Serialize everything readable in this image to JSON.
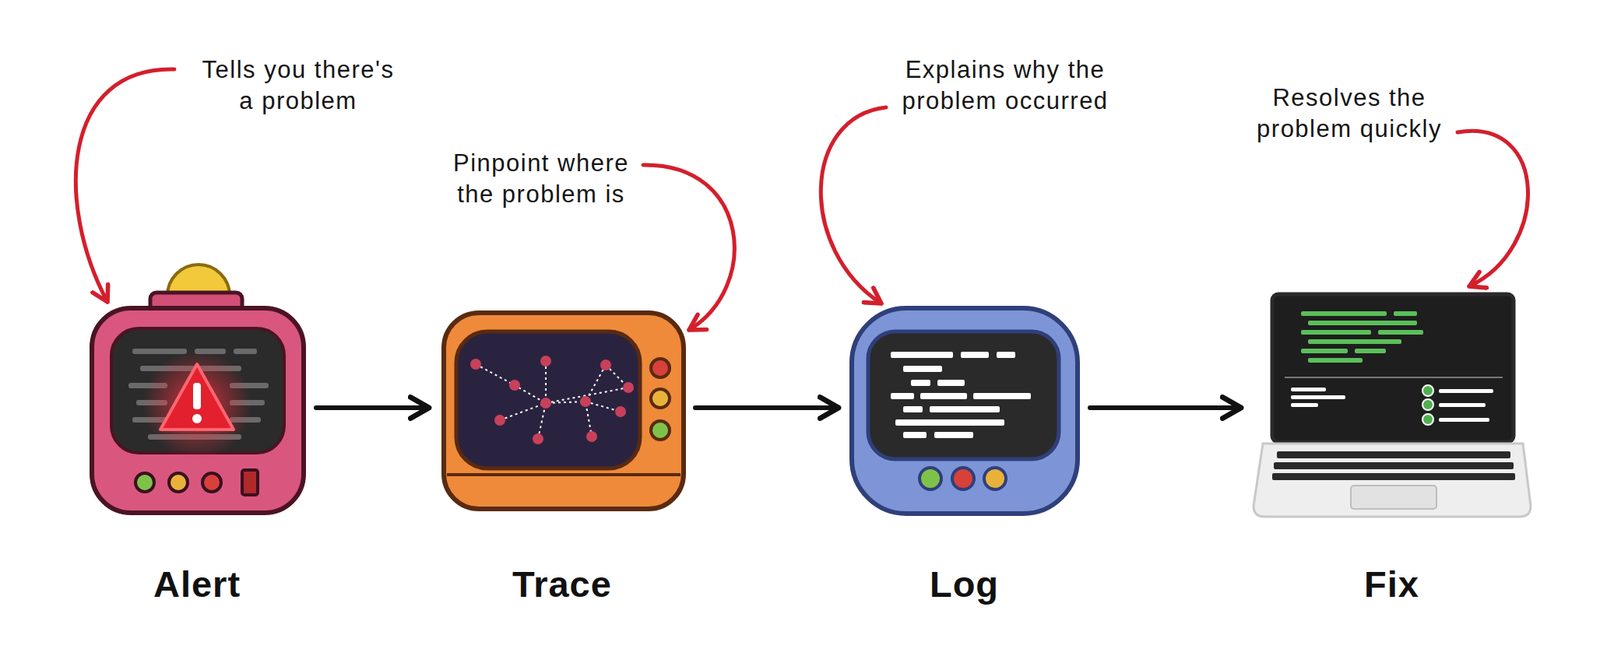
{
  "diagram": {
    "nodes": [
      {
        "text": [
          "Alert"
        ]
      },
      {
        "text": [
          "Trace"
        ]
      },
      {
        "text": [
          "Log"
        ]
      },
      {
        "text": [
          "Fix"
        ]
      }
    ],
    "edges": [
      {
        "from": 0,
        "to": 1,
        "arrow": "to"
      },
      {
        "from": 1,
        "to": 2,
        "arrow": "to"
      },
      {
        "from": 2,
        "to": 3,
        "arrow": "to"
      }
    ],
    "labels": [
      "Tells you there's a problem",
      "Pinpoint where the problem is",
      "Explains why the problem occurred",
      "Resolves the problem quickly"
    ]
  }
}
